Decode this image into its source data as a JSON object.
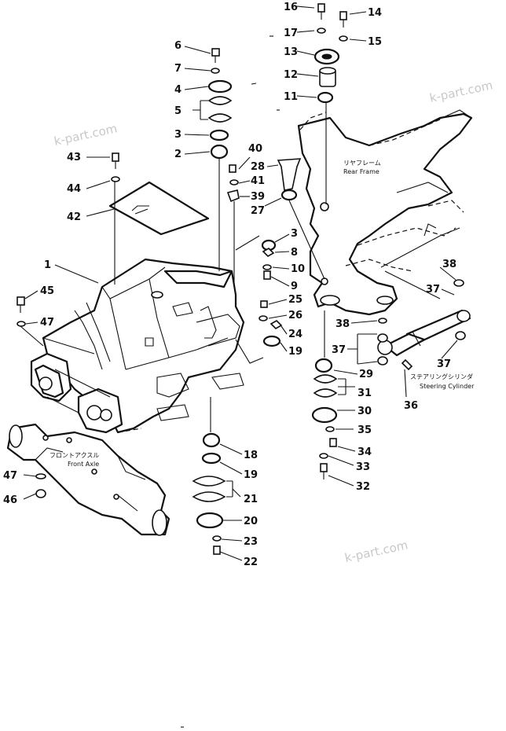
{
  "watermark": "k-part.com",
  "labels": {
    "rear_frame_jp": "リヤフレーム",
    "rear_frame_en": "Rear Frame",
    "front_axle_jp": "フロントアクスル",
    "front_axle_en": "Front Axle",
    "steering_jp": "ステアリングシリンダ",
    "steering_en": "Steering Cylinder"
  },
  "callouts": [
    {
      "id": "c16",
      "text": "16"
    },
    {
      "id": "c14",
      "text": "14"
    },
    {
      "id": "c17",
      "text": "17"
    },
    {
      "id": "c15",
      "text": "15"
    },
    {
      "id": "c13",
      "text": "13"
    },
    {
      "id": "c12",
      "text": "12"
    },
    {
      "id": "c11",
      "text": "11"
    },
    {
      "id": "c6",
      "text": "6"
    },
    {
      "id": "c7",
      "text": "7"
    },
    {
      "id": "c4",
      "text": "4"
    },
    {
      "id": "c5",
      "text": "5"
    },
    {
      "id": "c3a",
      "text": "3"
    },
    {
      "id": "c2",
      "text": "2"
    },
    {
      "id": "c40",
      "text": "40"
    },
    {
      "id": "c41",
      "text": "41"
    },
    {
      "id": "c39",
      "text": "39"
    },
    {
      "id": "c28",
      "text": "28"
    },
    {
      "id": "c27",
      "text": "27"
    },
    {
      "id": "c43",
      "text": "43"
    },
    {
      "id": "c44",
      "text": "44"
    },
    {
      "id": "c42",
      "text": "42"
    },
    {
      "id": "c1",
      "text": "1"
    },
    {
      "id": "c3b",
      "text": "3"
    },
    {
      "id": "c8",
      "text": "8"
    },
    {
      "id": "c10",
      "text": "10"
    },
    {
      "id": "c9",
      "text": "9"
    },
    {
      "id": "c45",
      "text": "45"
    },
    {
      "id": "c47a",
      "text": "47"
    },
    {
      "id": "c25",
      "text": "25"
    },
    {
      "id": "c26",
      "text": "26"
    },
    {
      "id": "c24",
      "text": "24"
    },
    {
      "id": "c19",
      "text": "19"
    },
    {
      "id": "c38a",
      "text": "38"
    },
    {
      "id": "c37a",
      "text": "37"
    },
    {
      "id": "c38b",
      "text": "38"
    },
    {
      "id": "c37b",
      "text": "37"
    },
    {
      "id": "c37c",
      "text": "37"
    },
    {
      "id": "c29",
      "text": "29"
    },
    {
      "id": "c31",
      "text": "31"
    },
    {
      "id": "c36",
      "text": "36"
    },
    {
      "id": "c30",
      "text": "30"
    },
    {
      "id": "c35",
      "text": "35"
    },
    {
      "id": "c34",
      "text": "34"
    },
    {
      "id": "c33",
      "text": "33"
    },
    {
      "id": "c32",
      "text": "32"
    },
    {
      "id": "c18",
      "text": "18"
    },
    {
      "id": "c19b",
      "text": "19"
    },
    {
      "id": "c21",
      "text": "21"
    },
    {
      "id": "c20",
      "text": "20"
    },
    {
      "id": "c23",
      "text": "23"
    },
    {
      "id": "c22",
      "text": "22"
    },
    {
      "id": "c47b",
      "text": "47"
    },
    {
      "id": "c46",
      "text": "46"
    }
  ]
}
